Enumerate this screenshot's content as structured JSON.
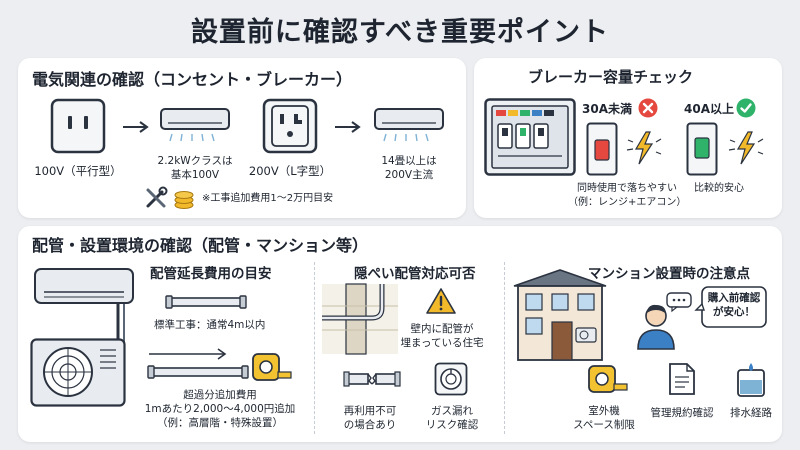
{
  "title": "設置前に確認すべき重要ポイント",
  "electric": {
    "heading": "電気関連の確認（コンセント・ブレーカー）",
    "outlet_100": "100V（平行型）",
    "aircon_100": "2.2kWクラスは\n基本100V",
    "outlet_200": "200V（L字型）",
    "aircon_200": "14畳以上は\n200V主流",
    "cost_note": "※工事追加費用1〜2万円目安"
  },
  "breaker": {
    "heading": "ブレーカー容量チェック",
    "under_30a": "30A未満",
    "over_40a": "40A以上",
    "trip_note": "同時使用で落ちやすい\n（例：レンジ+エアコン）",
    "safe_note": "比較的安心"
  },
  "piping": {
    "heading": "配管・設置環境の確認（配管・マンション等）",
    "extension": {
      "heading": "配管延長費用の目安",
      "standard": "標準工事：通常4m以内",
      "extra": "超過分追加費用\n1mあたり2,000〜4,000円追加\n（例：高層階・特殊設置）"
    },
    "hidden": {
      "heading": "隠ぺい配管対応可否",
      "in_wall": "壁内に配管が\n埋まっている住宅",
      "reuse": "再利用不可\nの場合あり",
      "gas": "ガス漏れ\nリスク確認"
    },
    "mansion": {
      "heading": "マンション設置時の注意点",
      "bubble": "購入前確認\nが安心！",
      "space": "室外機\nスペース制限",
      "rules": "管理規約確認",
      "drain": "排水経路"
    }
  },
  "colors": {
    "ok_green": "#2fb36b",
    "ng_red": "#e5483f",
    "bolt_yellow": "#f2b92b",
    "tape_yellow": "#f2c230",
    "outline": "#2b3340",
    "unit_gray": "#e8ecf0"
  }
}
